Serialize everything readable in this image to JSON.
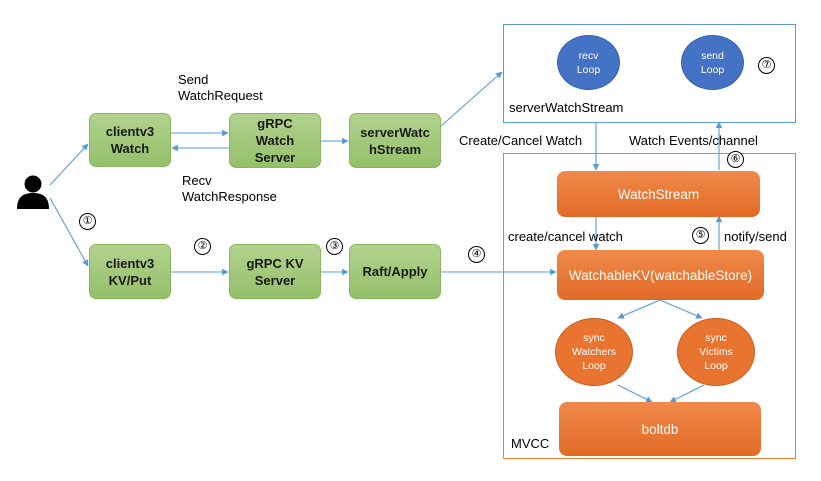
{
  "nodes": {
    "clientv3_watch": "clientv3\nWatch",
    "grpc_watch_server": "gRPC\nWatch\nServer",
    "server_watch_stream": "serverWatc\nhStream",
    "clientv3_kv_put": "clientv3\nKV/Put",
    "grpc_kv_server": "gRPC KV\nServer",
    "raft_apply": "Raft/Apply",
    "watch_stream": "WatchStream",
    "watchable_kv": "WatchableKV(watchableStore)",
    "sync_watchers_loop": "sync\nWatchers\nLoop",
    "sync_victims_loop": "sync\nVictims\nLoop",
    "boltdb": "boltdb",
    "recv_loop": "recv\nLoop",
    "send_loop": "send\nLoop"
  },
  "labels": {
    "send_watch_request": "Send\nWatchRequest",
    "recv_watch_response": "Recv\nWatchResponse",
    "server_watch_stream_group": "serverWatchStream",
    "create_cancel_watch": "Create/Cancel Watch",
    "watch_events_channel": "Watch Events/channel",
    "create_cancel_watch_lower": "create/cancel watch",
    "notify_send": "notify/send",
    "mvcc": "MVCC"
  },
  "steps": {
    "s1": "①",
    "s2": "②",
    "s3": "③",
    "s4": "④",
    "s5": "⑤",
    "s6": "⑥",
    "s7": "⑦"
  },
  "colors": {
    "green": "#94c06a",
    "orange": "#e9742f",
    "blue": "#4472c4",
    "arrow": "#5b9bd5",
    "mvcc_border": "#ed7d31"
  },
  "icons": {
    "user": "user-icon"
  }
}
